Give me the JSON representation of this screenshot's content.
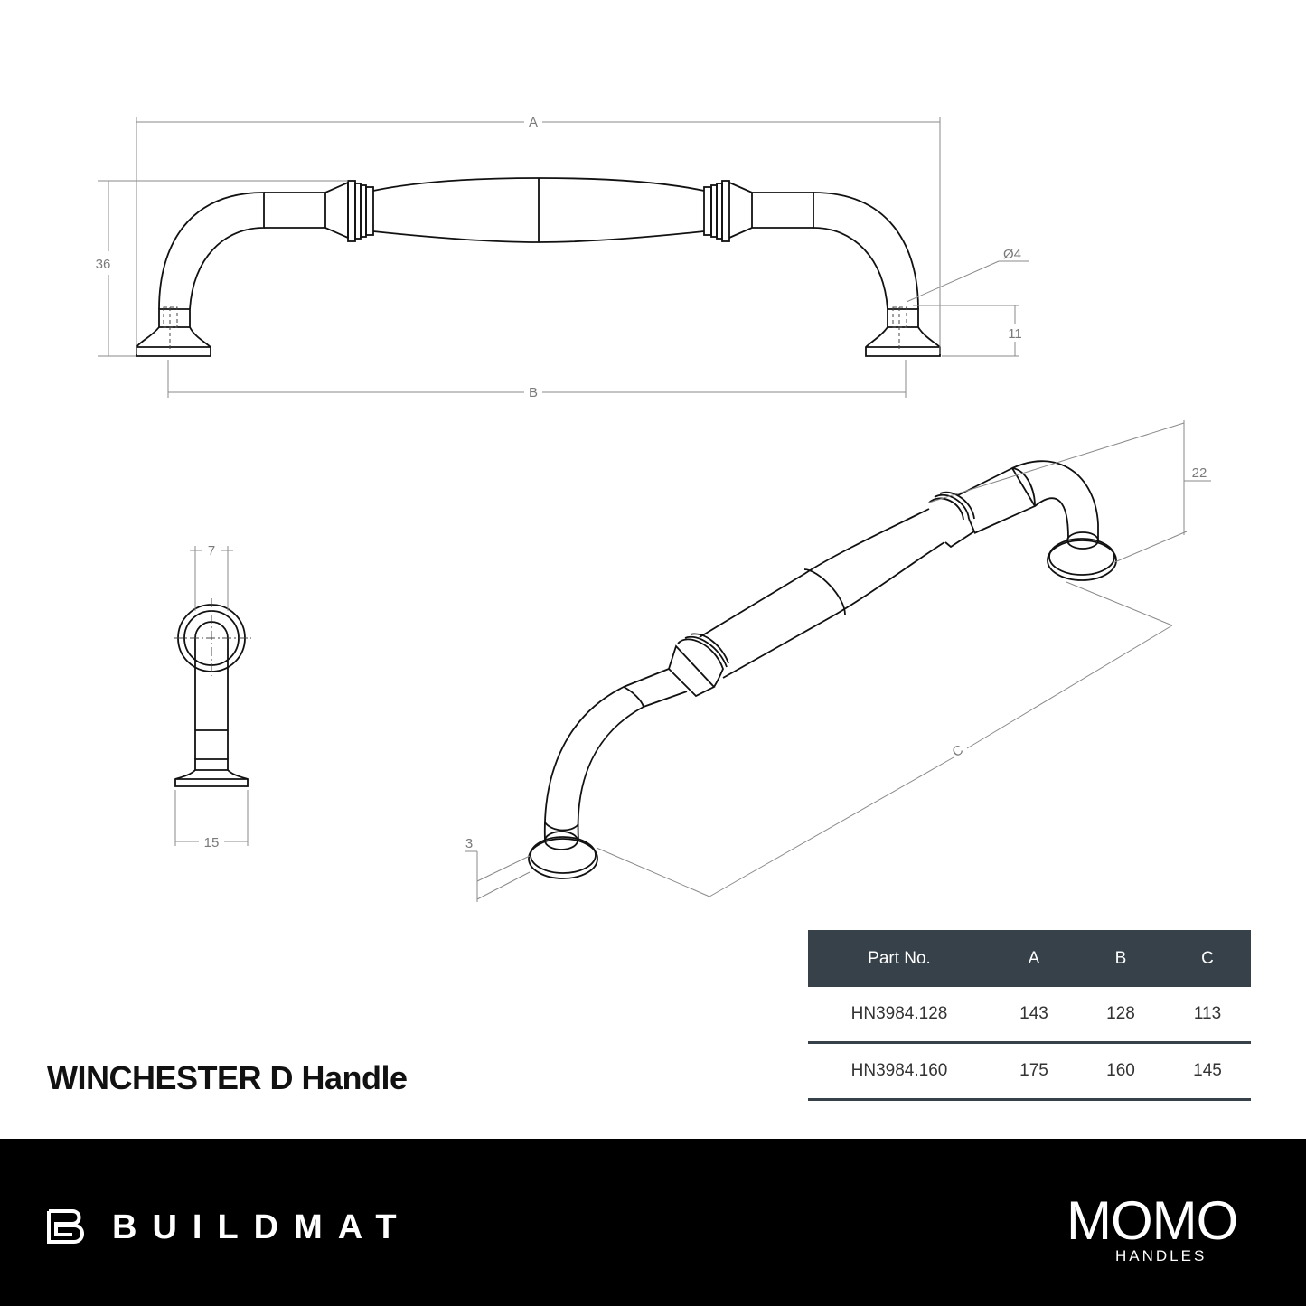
{
  "drawing": {
    "labels": {
      "A": "A",
      "B": "B",
      "C": "C",
      "height_36": "36",
      "diameter": "Ø4",
      "depth_11": "11",
      "side_7": "7",
      "side_15": "15",
      "iso_22": "22",
      "iso_3": "3"
    }
  },
  "product": {
    "title": "WINCHESTER D Handle"
  },
  "spec_table": {
    "headers": [
      "Part No.",
      "A",
      "B",
      "C"
    ],
    "rows": [
      [
        "HN3984.128",
        "143",
        "128",
        "113"
      ],
      [
        "HN3984.160",
        "175",
        "160",
        "145"
      ]
    ]
  },
  "footer": {
    "brand_left": "BUILDMAT",
    "brand_right": "MOMO",
    "brand_right_sub": "HANDLES",
    "background_color": "#000000"
  },
  "colors": {
    "table_header": "#37414a",
    "line": "#111111",
    "dimension": "#8a8a8a"
  }
}
